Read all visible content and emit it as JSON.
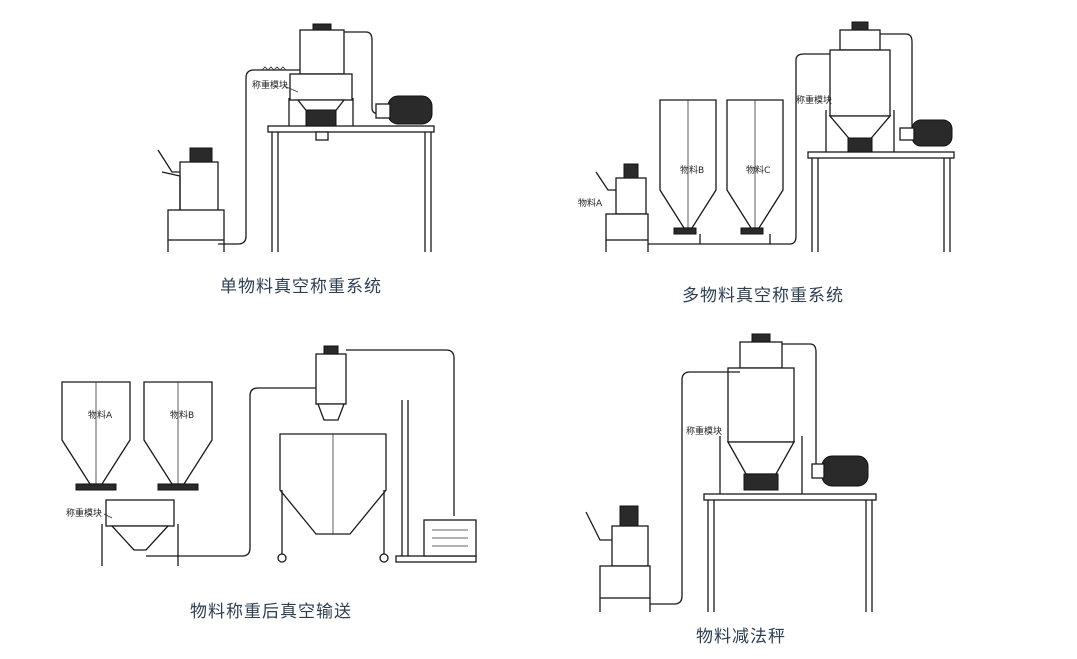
{
  "panels": [
    {
      "caption": "单物料真空称重系统",
      "labels": [
        "称重模块"
      ]
    },
    {
      "caption": "多物料真空称重系统",
      "labels": [
        "称重模块",
        "物料A",
        "物料B",
        "物料C"
      ]
    },
    {
      "caption": "物料称重后真空输送",
      "labels": [
        "物料A",
        "物料B",
        "称重模块"
      ]
    },
    {
      "caption": "物料减法秤",
      "labels": [
        "称重模块"
      ]
    }
  ]
}
